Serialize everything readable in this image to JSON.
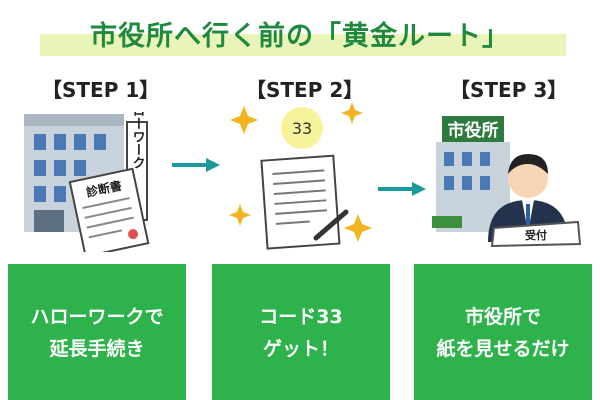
{
  "title": "市役所へ行く前の「黄金ルート」",
  "steps": [
    {
      "label": "【STEP 1】",
      "sign_text": "ハローワーク",
      "document_text": "診断書",
      "box_lines": [
        "ハローワークで",
        "延長手続き"
      ]
    },
    {
      "label": "【STEP 2】",
      "badge_number": "33",
      "box_lines": [
        "コード33",
        "ゲット！"
      ]
    },
    {
      "label": "【STEP 3】",
      "building_sign": "市役所",
      "desk_sign": "受付",
      "box_lines": [
        "市役所で",
        "紙を見せるだけ"
      ]
    }
  ],
  "colors": {
    "title_green": "#1f8a3e",
    "box_green": "#2db24c",
    "arrow_teal": "#1a9a9a",
    "title_highlight": "#eaf3b8",
    "sparkle_gold": "#f2b51f",
    "badge_yellow": "#f7f39a"
  },
  "icons": [
    "office-building-icon",
    "medical-certificate-icon",
    "sparkle-icon",
    "document-pen-icon",
    "city-hall-icon",
    "clerk-icon",
    "arrow-right-icon"
  ]
}
